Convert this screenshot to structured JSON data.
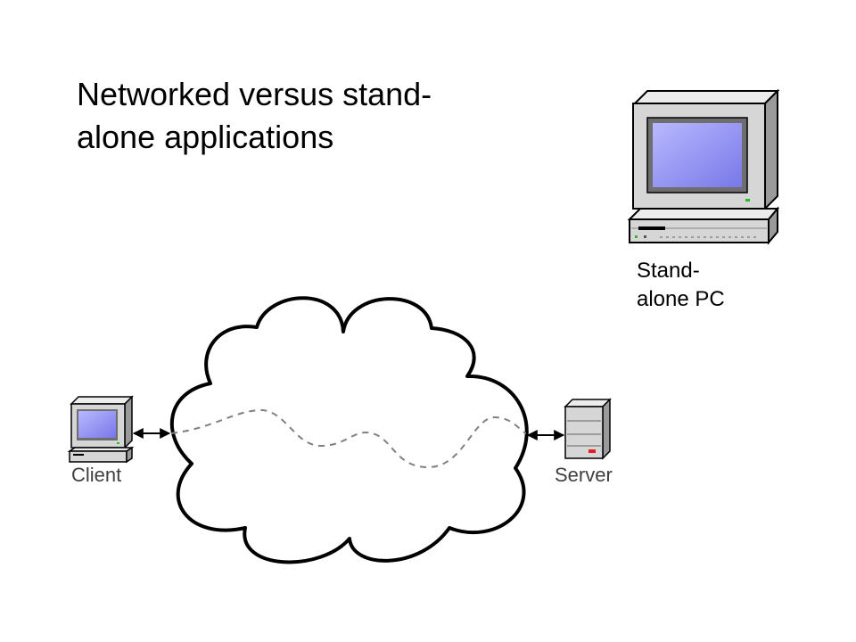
{
  "slide": {
    "title": "Networked versus stand-\nalone applications",
    "standalone_label": "Stand-\nalone PC",
    "client_label": "Client",
    "server_label": "Server"
  },
  "colors": {
    "screen": "#8c8cf0",
    "case": "#d8d8d8",
    "outline": "#000000",
    "dashed_link": "#808080"
  },
  "icons": [
    "desktop-pc-icon",
    "client-pc-icon",
    "server-icon",
    "network-cloud-icon"
  ]
}
